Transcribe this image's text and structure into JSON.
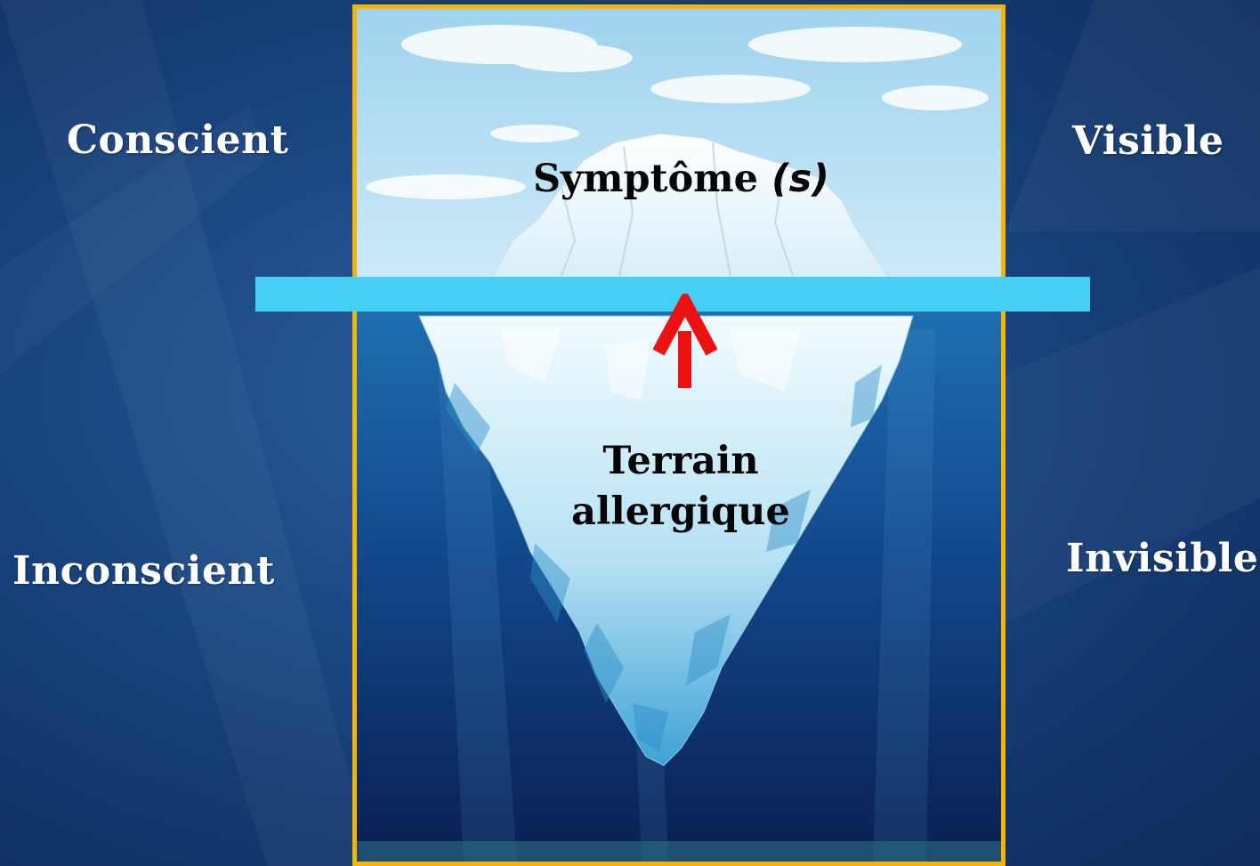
{
  "labels": {
    "left_top": "Conscient",
    "left_bottom": "Inconscient",
    "right_top": "Visible",
    "right_bottom": "Invisible"
  },
  "iceberg": {
    "tip_label": "Symptôme",
    "tip_suffix": "(s)",
    "base_line1": "Terrain",
    "base_line2": "allergique"
  },
  "colors": {
    "background": "#1d4a86",
    "frame_border": "#f5b400",
    "waterline": "#45cff5",
    "arrow": "#ee1111",
    "side_text": "#ffffff",
    "iceberg_text": "#050505"
  },
  "icons": [
    "up-arrow-icon"
  ]
}
